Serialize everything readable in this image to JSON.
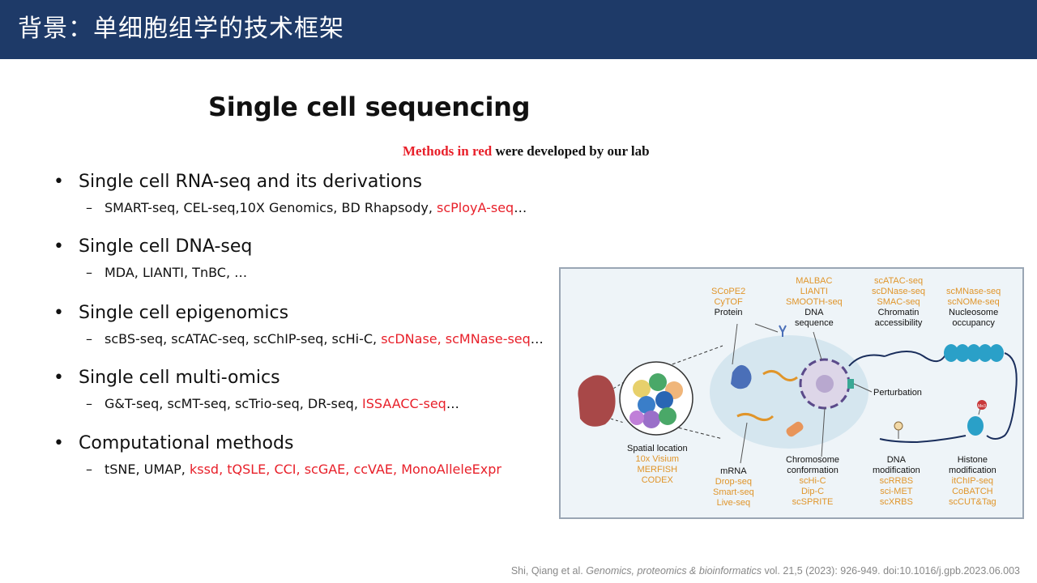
{
  "header": {
    "title": "背景：单细胞组学的技术框架"
  },
  "main_title": "Single cell sequencing",
  "subtitle": {
    "red": "Methods in red",
    "rest": " were developed by our lab"
  },
  "sections": [
    {
      "title": "Single cell RNA-seq and its derivations",
      "black": "SMART-seq, CEL-seq,10X Genomics, BD Rhapsody, ",
      "red": "scPloyA-seq",
      "tail": "…"
    },
    {
      "title": "Single cell DNA-seq",
      "black": "MDA, LIANTI, TnBC, …",
      "red": "",
      "tail": ""
    },
    {
      "title": "Single cell epigenomics",
      "black": "scBS-seq, scATAC-seq,  scChIP-seq, scHi-C, ",
      "red": "scDNase, scMNase-seq",
      "tail": "…"
    },
    {
      "title": "Single cell multi-omics",
      "black": "G&T-seq, scMT-seq, scTrio-seq, DR-seq, ",
      "red": "ISSAACC-seq",
      "tail": "…"
    },
    {
      "title": "Computational methods",
      "black": "tSNE, UMAP, ",
      "red": "kssd, tQSLE, CCI, scGAE, ccVAE, MonoAlleleExpr",
      "tail": ""
    }
  ],
  "figure": {
    "protein": {
      "methods": [
        "SCoPE2",
        "CyTOF"
      ],
      "label": [
        "Protein"
      ]
    },
    "dna": {
      "methods": [
        "MALBAC",
        "LIANTI",
        "SMOOTH-seq"
      ],
      "label": [
        "DNA",
        "sequence"
      ]
    },
    "chromatin": {
      "methods": [
        "scATAC-seq",
        "scDNase-seq",
        "SMAC-seq"
      ],
      "label": [
        "Chromatin",
        "accessibility"
      ]
    },
    "nucleosome": {
      "methods": [
        "scMNase-seq",
        "scNOMe-seq"
      ],
      "label": [
        "Nucleosome",
        "occupancy"
      ]
    },
    "perturbation": {
      "label": [
        "Perturbation"
      ]
    },
    "spatial": {
      "label": [
        "Spatial location"
      ],
      "methods": [
        "10x Visium",
        "MERFISH",
        "CODEX"
      ]
    },
    "mrna": {
      "label": [
        "mRNA"
      ],
      "methods": [
        "Drop-seq",
        "Smart-seq",
        "Live-seq"
      ]
    },
    "conformation": {
      "label": [
        "Chromosome",
        "conformation"
      ],
      "methods": [
        "scHi-C",
        "Dip-C",
        "scSPRITE"
      ]
    },
    "dna_mod": {
      "label": [
        "DNA",
        "modification"
      ],
      "methods": [
        "scRRBS",
        "sci-MET",
        "scXRBS"
      ]
    },
    "histone": {
      "label": [
        "Histone",
        "modification"
      ],
      "methods": [
        "itChIP-seq",
        "CoBATCH",
        "scCUT&Tag"
      ]
    },
    "mark": "Me3"
  },
  "citation": {
    "authors": "Shi, Qiang et al. ",
    "journal": "Genomics, proteomics & bioinformatics",
    "rest": " vol. 21,5 (2023): 926-949. doi:10.1016/j.gpb.2023.06.003"
  },
  "colors": {
    "header_bg": "#1e3a68",
    "accent_red": "#e8202a",
    "method_orange": "#e0952a"
  }
}
